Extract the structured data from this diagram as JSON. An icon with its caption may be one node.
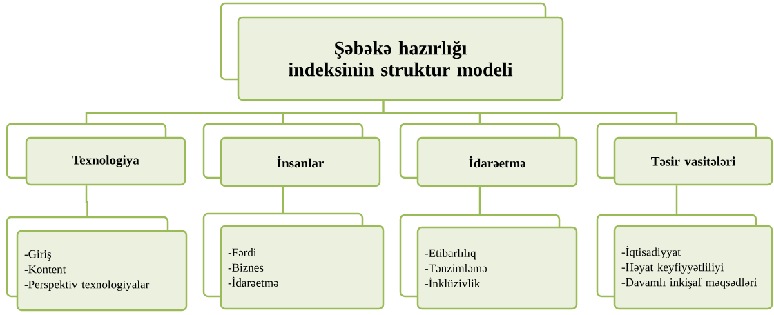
{
  "diagram": {
    "nodes": [
      {
        "text": [
          "Şəbəkə hazırlığı indeksinin struktur modeli"
        ]
      },
      {
        "text": [
          "Texnologiya"
        ]
      },
      {
        "text": [
          "İnsanlar"
        ]
      },
      {
        "text": [
          "İdarəetmə"
        ]
      },
      {
        "text": [
          "Təsir vasitələri"
        ]
      },
      {
        "text": [
          "-Giriş",
          "-Kontent",
          "-Perspektiv texnologiyalar"
        ]
      },
      {
        "text": [
          "-Fərdi",
          "-Biznes",
          "-İdarəetmə"
        ]
      },
      {
        "text": [
          "-Etibarlılıq",
          "-Tənzimləmə",
          "-İnklüzivlik"
        ]
      },
      {
        "text": [
          "-İqtisadiyyat",
          "-Həyat keyfiyyətliliyi",
          "-Davamlı inkişaf məqsədləri"
        ]
      }
    ],
    "edges": [
      {
        "from": 0,
        "to": 1,
        "arrow": "none"
      },
      {
        "from": 0,
        "to": 2,
        "arrow": "none"
      },
      {
        "from": 0,
        "to": 3,
        "arrow": "none"
      },
      {
        "from": 0,
        "to": 4,
        "arrow": "none"
      },
      {
        "from": 1,
        "to": 5,
        "arrow": "none"
      },
      {
        "from": 2,
        "to": 6,
        "arrow": "none"
      },
      {
        "from": 3,
        "to": 7,
        "arrow": "none"
      },
      {
        "from": 4,
        "to": 8,
        "arrow": "none"
      }
    ]
  }
}
